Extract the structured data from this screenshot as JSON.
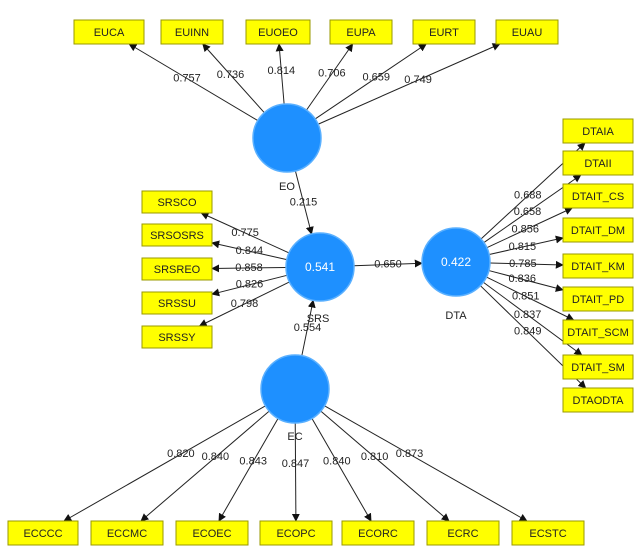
{
  "constructs": {
    "EO": {
      "label": "EO",
      "value": ""
    },
    "SRS": {
      "label": "SRS",
      "value": "0.541"
    },
    "DTA": {
      "label": "DTA",
      "value": "0.422"
    },
    "EC": {
      "label": "EC",
      "value": ""
    }
  },
  "indicators": {
    "EO": [
      "EUCA",
      "EUINN",
      "EUOEO",
      "EUPA",
      "EURT",
      "EUAU"
    ],
    "SRS": [
      "SRSCO",
      "SRSOSRS",
      "SRSREO",
      "SRSSU",
      "SRSSY"
    ],
    "DTA": [
      "DTAIA",
      "DTAII",
      "DTAIT_CS",
      "DTAIT_DM",
      "DTAIT_KM",
      "DTAIT_PD",
      "DTAIT_SCM",
      "DTAIT_SM",
      "DTAODTA"
    ],
    "EC": [
      "ECCCC",
      "ECCMC",
      "ECOEC",
      "ECOPC",
      "ECORC",
      "ECRC",
      "ECSTC"
    ]
  },
  "outer_loadings": {
    "EO": [
      "0.757",
      "0.736",
      "0.814",
      "0.706",
      "0.659",
      "0.749"
    ],
    "SRS": [
      "0.775",
      "0.844",
      "0.858",
      "0.826",
      "0.798"
    ],
    "DTA": [
      "0.688",
      "0.658",
      "0.856",
      "0.815",
      "0.785",
      "0.836",
      "0.851",
      "0.837",
      "0.849"
    ],
    "EC": [
      "0.820",
      "0.840",
      "0.843",
      "0.847",
      "0.840",
      "0.810",
      "0.873"
    ]
  },
  "paths": [
    {
      "from": "EO",
      "to": "SRS",
      "coef": "0.215"
    },
    {
      "from": "EC",
      "to": "SRS",
      "coef": "0.554"
    },
    {
      "from": "SRS",
      "to": "DTA",
      "coef": "0.650"
    }
  ],
  "colors": {
    "construct_fill": "#1e90ff",
    "indicator_fill": "#ffff00",
    "line": "#222222"
  }
}
